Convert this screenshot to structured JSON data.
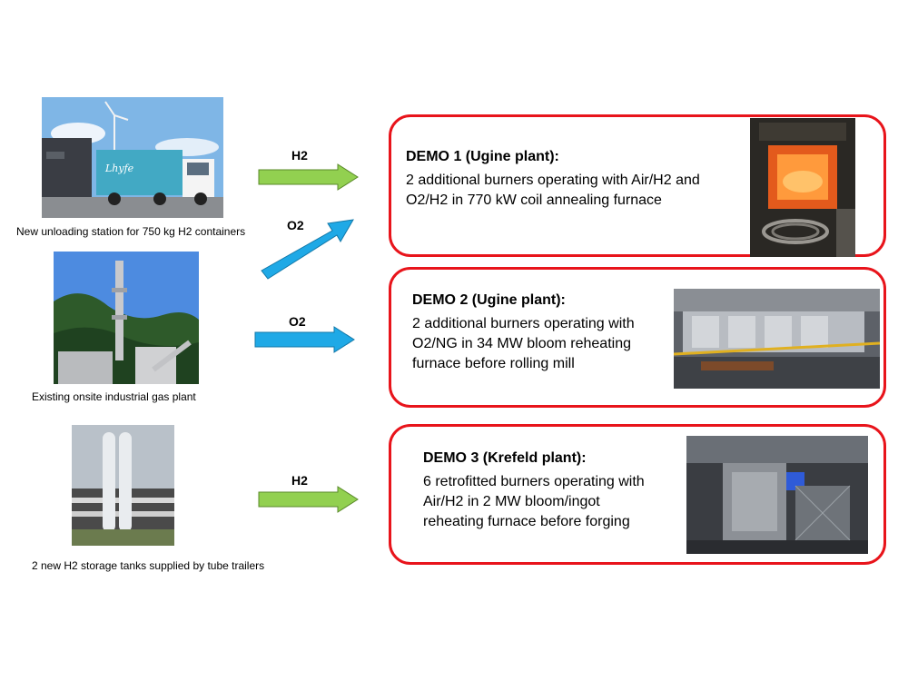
{
  "sources": [
    {
      "caption": "New unloading station for 750 kg H2 containers",
      "truck_brand": "Lhyfe"
    },
    {
      "caption": "Existing onsite industrial gas plant"
    },
    {
      "caption": "2 new H2 storage tanks supplied by tube trailers"
    }
  ],
  "arrows": [
    {
      "label": "H2",
      "color": "#92d050"
    },
    {
      "label": "O2",
      "color": "#1fa9e6"
    },
    {
      "label": "O2",
      "color": "#1fa9e6"
    },
    {
      "label": "H2",
      "color": "#92d050"
    }
  ],
  "demos": [
    {
      "title": "DEMO 1 (Ugine plant):",
      "lines": [
        "2 additional burners operating with Air/H2 and",
        "O2/H2 in 770 kW coil annealing furnace"
      ]
    },
    {
      "title": "DEMO 2 (Ugine plant):",
      "lines": [
        "2 additional burners operating with",
        "O2/NG in 34 MW bloom reheating",
        "furnace before rolling mill"
      ]
    },
    {
      "title": "DEMO 3 (Krefeld plant):",
      "lines": [
        "6 retrofitted burners operating with",
        "Air/H2 in 2 MW bloom/ingot",
        "reheating furnace before forging"
      ]
    }
  ],
  "colors": {
    "box_border": "#e8141b",
    "h2_arrow": "#92d050",
    "o2_arrow": "#1fa9e6"
  }
}
